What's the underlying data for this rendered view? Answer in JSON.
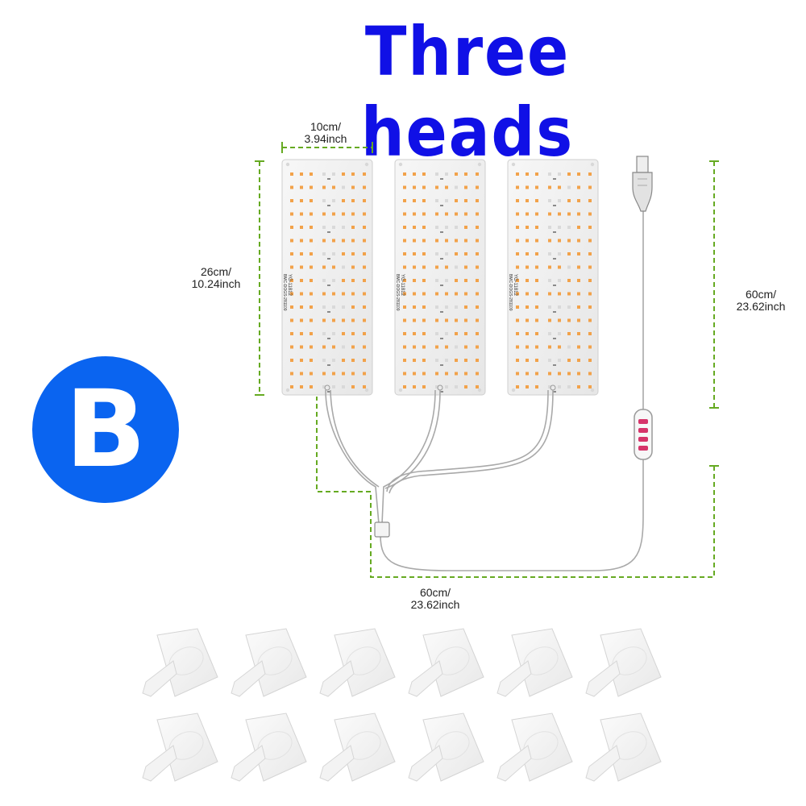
{
  "title": "Three heads",
  "badge_letter": "B",
  "panel_label": "YG-11812",
  "panel_sublabel": "BMC-DOGS-281109",
  "dimensions": {
    "panel_width": [
      "10cm/",
      "3.94inch"
    ],
    "panel_height": [
      "26cm/",
      "10.24inch"
    ],
    "cable_height": [
      "60cm/",
      "23.62inch"
    ],
    "cable_length": [
      "60cm/",
      "23.62inch"
    ]
  },
  "colors": {
    "title": "#1010e6",
    "badge": "#0a64f0",
    "dimension_line": "#66aa22",
    "led_orange": "#f2a24a"
  },
  "accessory": {
    "name": "suction-cup mounting clip"
  }
}
